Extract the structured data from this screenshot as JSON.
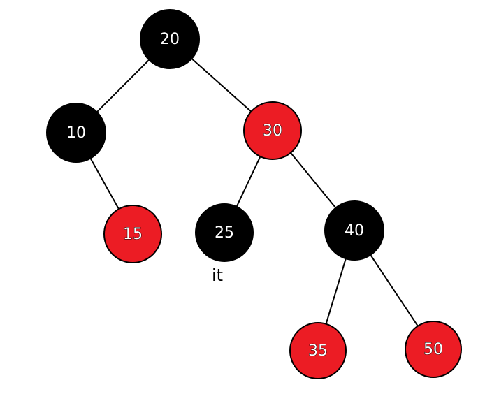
{
  "colors": {
    "black_node": "#000000",
    "red_node": "#ec1c24",
    "edge": "#000000",
    "label_fill": "#ffffff",
    "label_outline": "#000000"
  },
  "tree": {
    "nodes": [
      {
        "id": "n20",
        "label": "20",
        "color": "black"
      },
      {
        "id": "n10",
        "label": "10",
        "color": "black"
      },
      {
        "id": "n30",
        "label": "30",
        "color": "red"
      },
      {
        "id": "n15",
        "label": "15",
        "color": "red"
      },
      {
        "id": "n25",
        "label": "25",
        "color": "black"
      },
      {
        "id": "n40",
        "label": "40",
        "color": "black"
      },
      {
        "id": "n35",
        "label": "35",
        "color": "red"
      },
      {
        "id": "n50",
        "label": "50",
        "color": "red"
      }
    ],
    "edges": [
      {
        "from": "n20",
        "to": "n10"
      },
      {
        "from": "n20",
        "to": "n30"
      },
      {
        "from": "n10",
        "to": "n15"
      },
      {
        "from": "n30",
        "to": "n25"
      },
      {
        "from": "n30",
        "to": "n40"
      },
      {
        "from": "n40",
        "to": "n35"
      },
      {
        "from": "n40",
        "to": "n50"
      }
    ],
    "pointer": {
      "label": "it",
      "target": "n25"
    }
  }
}
